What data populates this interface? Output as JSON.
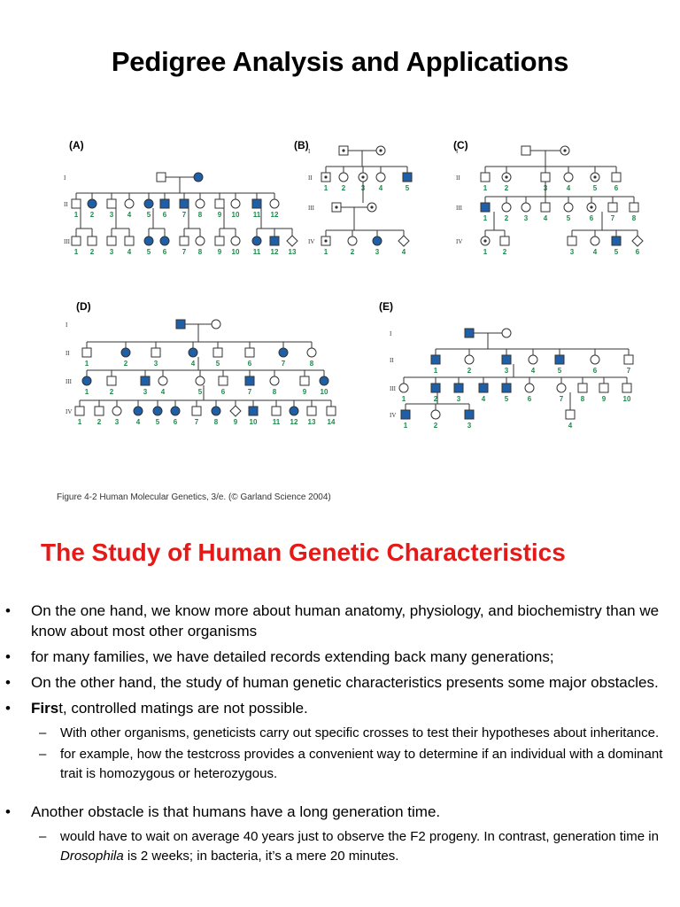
{
  "title": "Pedigree Analysis and Applications",
  "figure": {
    "panels": [
      {
        "label": "(A)"
      },
      {
        "label": "(B)"
      },
      {
        "label": "(C)"
      },
      {
        "label": "(D)"
      },
      {
        "label": "(E)"
      }
    ],
    "generations": [
      "I",
      "II",
      "III",
      "IV"
    ],
    "caption": "Figure 4-2  Human Molecular Genetics, 3/e.  (© Garland Science 2004)",
    "colors": {
      "affected": "#1f5fa8",
      "numbers": "#1a8a4a",
      "line": "#333333"
    }
  },
  "section_heading": "The Study of Human Genetic Characteristics",
  "bullets": [
    {
      "text": "On the one hand, we know more about human anatomy, physiology, and biochemistry than we know about most other organisms"
    },
    {
      "text": "for many families, we have detailed records extending back many generations;"
    },
    {
      "text": "On the other hand, the study of human genetic characteristics presents some major obstacles."
    },
    {
      "bold": "Firs",
      "text": "t, controlled matings are not possible."
    },
    {
      "sub": "With other organisms, geneticists carry out specific crosses to test their hypotheses about inheritance."
    },
    {
      "sub": "for example, how the testcross provides a convenient way to determine if an individual with a dominant trait is homozygous or heterozygous."
    },
    {
      "text": "Another obstacle is that humans have a long generation time."
    },
    {
      "sub_a": "would have to wait on average 40 years just to observe the F2 progeny. In contrast, generation time in ",
      "sub_i1": "Drosophila",
      "sub_b": " is 2 weeks; in bacteria, it’s a mere 20 minutes."
    }
  ]
}
